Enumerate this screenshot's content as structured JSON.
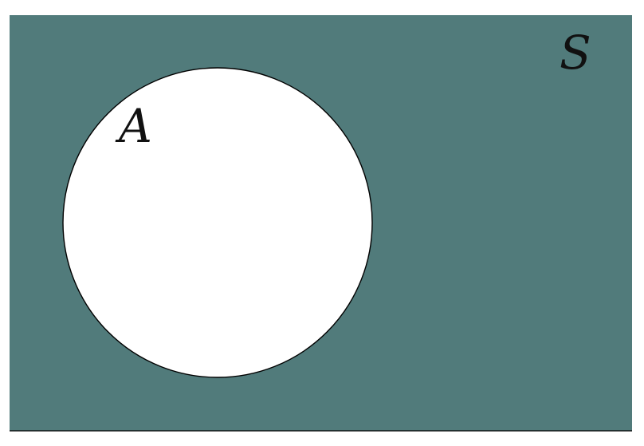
{
  "diagram": {
    "type": "venn",
    "universe": {
      "label": "S",
      "fill_color": "#517b7b",
      "shaded": true
    },
    "sets": [
      {
        "label": "A",
        "fill_color": "#ffffff",
        "stroke_color": "#000000",
        "shaded": false
      }
    ]
  }
}
